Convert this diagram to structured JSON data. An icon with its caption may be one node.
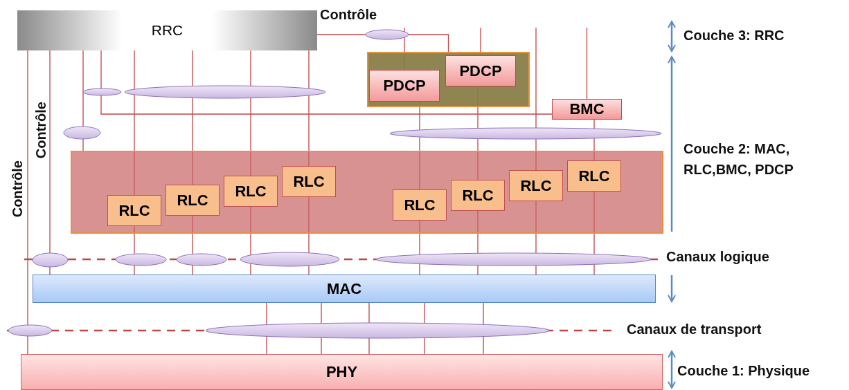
{
  "diagram": {
    "nodes": [
      {
        "text": [
          "RRC"
        ]
      },
      {
        "text": [],
        "shape": "box"
      },
      {
        "text": [
          "PDCP"
        ],
        "in": 1
      },
      {
        "text": [
          "PDCP"
        ],
        "in": 1
      },
      {
        "text": [
          "BMC"
        ]
      },
      {
        "text": [],
        "shape": "box"
      },
      {
        "text": [
          "RLC"
        ],
        "in": 5
      },
      {
        "text": [
          "RLC"
        ],
        "in": 5
      },
      {
        "text": [
          "RLC"
        ],
        "in": 5
      },
      {
        "text": [
          "RLC"
        ],
        "in": 5
      },
      {
        "text": [
          "RLC"
        ],
        "in": 5
      },
      {
        "text": [
          "RLC"
        ],
        "in": 5
      },
      {
        "text": [
          "RLC"
        ],
        "in": 5
      },
      {
        "text": [
          "RLC"
        ],
        "in": 5
      },
      {
        "text": [
          "MAC"
        ]
      },
      {
        "text": [
          "PHY"
        ]
      }
    ],
    "edges": [
      {
        "from": 0,
        "to": 15,
        "arrow": "none",
        "label": "Contrôle"
      },
      {
        "from": 0,
        "to": 14,
        "arrow": "none",
        "label": "Contrôle"
      },
      {
        "from": 0,
        "to": 5,
        "arrow": "none"
      },
      {
        "from": 0,
        "to": 4,
        "arrow": "none"
      },
      {
        "from": 0,
        "to": 6,
        "arrow": "none"
      },
      {
        "from": 0,
        "to": 7,
        "arrow": "none"
      },
      {
        "from": 0,
        "to": 8,
        "arrow": "none"
      },
      {
        "from": 0,
        "to": 9,
        "arrow": "none"
      },
      {
        "from": 0,
        "to": 1,
        "arrow": "none",
        "label": "Contrôle"
      },
      {
        "from": 2,
        "to": 10,
        "arrow": "none"
      },
      {
        "from": 3,
        "to": 11,
        "arrow": "none"
      },
      {
        "from": null,
        "to": 12,
        "arrow": "none"
      },
      {
        "from": 4,
        "to": 13,
        "arrow": "none"
      },
      {
        "from": 6,
        "to": 14,
        "arrow": "none"
      },
      {
        "from": 7,
        "to": 14,
        "arrow": "none"
      },
      {
        "from": 8,
        "to": 14,
        "arrow": "none"
      },
      {
        "from": 9,
        "to": 14,
        "arrow": "none"
      },
      {
        "from": 10,
        "to": 14,
        "arrow": "none"
      },
      {
        "from": 11,
        "to": 14,
        "arrow": "none"
      },
      {
        "from": 12,
        "to": 14,
        "arrow": "none"
      },
      {
        "from": 13,
        "to": 14,
        "arrow": "none"
      },
      {
        "from": 14,
        "to": 15,
        "arrow": "none"
      },
      {
        "from": 14,
        "to": 15,
        "arrow": "none"
      },
      {
        "from": 14,
        "to": 15,
        "arrow": "none"
      },
      {
        "from": 14,
        "to": 15,
        "arrow": "none"
      },
      {
        "from": 14,
        "to": 15,
        "arrow": "none"
      }
    ],
    "labels": [
      "Couche 3: RRC",
      "Couche 2: MAC, RLC,BMC, PDCP",
      "Canaux logique",
      "Canaux de transport",
      "Couche 1: Physique"
    ]
  }
}
